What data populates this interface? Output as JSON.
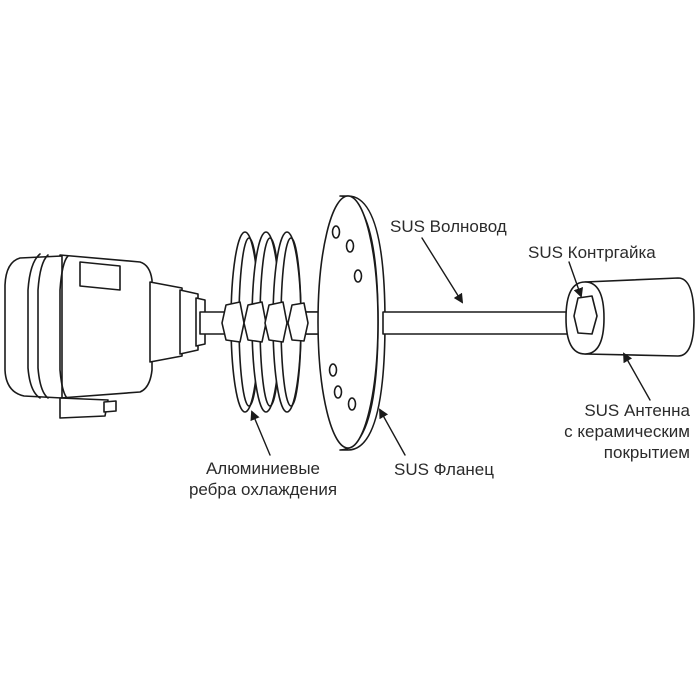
{
  "labels": {
    "waveguide": "SUS Волновод",
    "locknut": "SUS Контргайка",
    "antenna": [
      "SUS Антенна",
      "с керамическим",
      "покрытием"
    ],
    "flange": "SUS Фланец",
    "fins": [
      "Алюминиевые",
      "ребра охлаждения"
    ]
  },
  "colors": {
    "stroke": "#1a1a1a",
    "fill": "#ffffff",
    "text": "#2b2b2b"
  }
}
